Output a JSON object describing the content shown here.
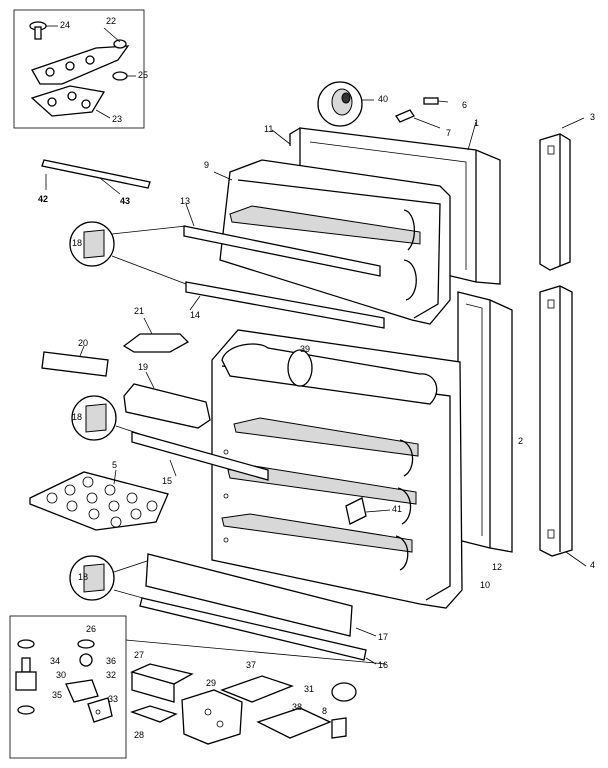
{
  "callouts": {
    "c1": "1",
    "c2": "2",
    "c3": "3",
    "c4": "4",
    "c5": "5",
    "c6": "6",
    "c7": "7",
    "c8": "8",
    "c9": "9",
    "c10": "10",
    "c11": "11",
    "c12": "12",
    "c13": "13",
    "c14": "14",
    "c15": "15",
    "c16": "16",
    "c17": "17",
    "c18a": "18",
    "c18b": "18",
    "c18c": "18",
    "c19": "19",
    "c20": "20",
    "c21": "21",
    "c22": "22",
    "c23": "23",
    "c24": "24",
    "c25": "25",
    "c26": "26",
    "c27": "27",
    "c28": "28",
    "c29": "29",
    "c30": "30",
    "c31": "31",
    "c32": "32",
    "c33": "33",
    "c34": "34",
    "c35": "35",
    "c36": "36",
    "c37": "37",
    "c38": "38",
    "c39": "39",
    "c40": "40",
    "c41": "41",
    "c42": "42",
    "c43": "43"
  }
}
